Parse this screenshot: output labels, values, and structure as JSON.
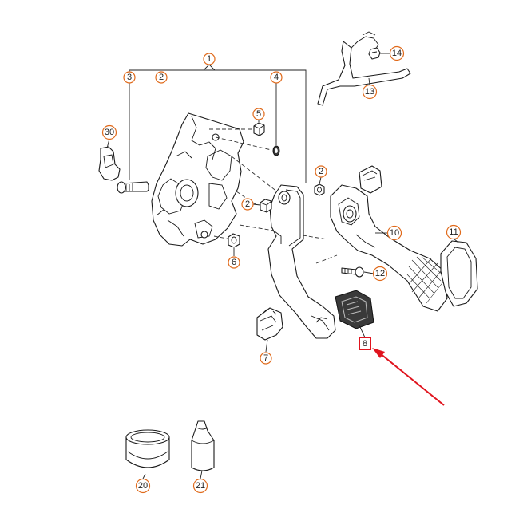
{
  "callouts": {
    "c1": "1",
    "c2a": "2",
    "c2b": "2",
    "c2c": "2",
    "c3": "3",
    "c4": "4",
    "c5": "5",
    "c6": "6",
    "c7": "7",
    "c8": "8",
    "c10": "10",
    "c11": "11",
    "c12": "12",
    "c13": "13",
    "c14": "14",
    "c20": "20",
    "c21": "21",
    "c30": "30"
  },
  "colors": {
    "callout_ring": "#e06a1b",
    "highlight": "#e0141e"
  },
  "highlighted_part": "8"
}
